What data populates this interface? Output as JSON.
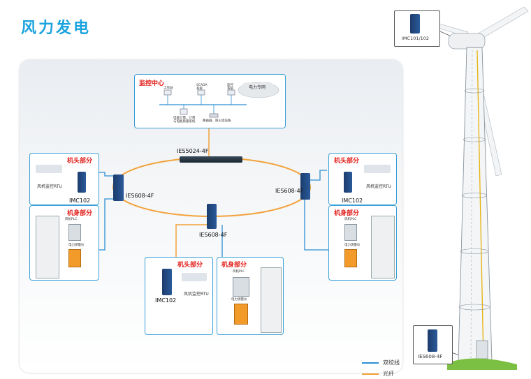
{
  "title": "风力发电",
  "monitor_center": {
    "title": "监控中心",
    "workstation": "工作站",
    "scada": "SCADA\n系统",
    "monitor": "监控\n系统",
    "power_net": "电力专网",
    "reporting": "电能计量、计费\n与电能质量系统",
    "router": "路由器、防火墙设备"
  },
  "switches": {
    "core": "IES5024-4F",
    "left": "IES608-4F",
    "right": "IES608-4F",
    "bottom": "IES608-4F",
    "tower": "IES608-4F"
  },
  "groups": {
    "nacelle": "机头部分",
    "body": "机身部分",
    "rtu": "风机监控RTU",
    "imc": "IMC102",
    "plc": "风机PLC",
    "meter": "电力测量仪"
  },
  "tower_callout": "IMC101/102",
  "legend": {
    "twisted_pair": "双绞线",
    "fiber": "光纤"
  },
  "colors": {
    "title": "#1aa3de",
    "twisted_pair": "#2c8fd3",
    "fiber": "#f2a23a",
    "red_text": "#e2201c"
  }
}
